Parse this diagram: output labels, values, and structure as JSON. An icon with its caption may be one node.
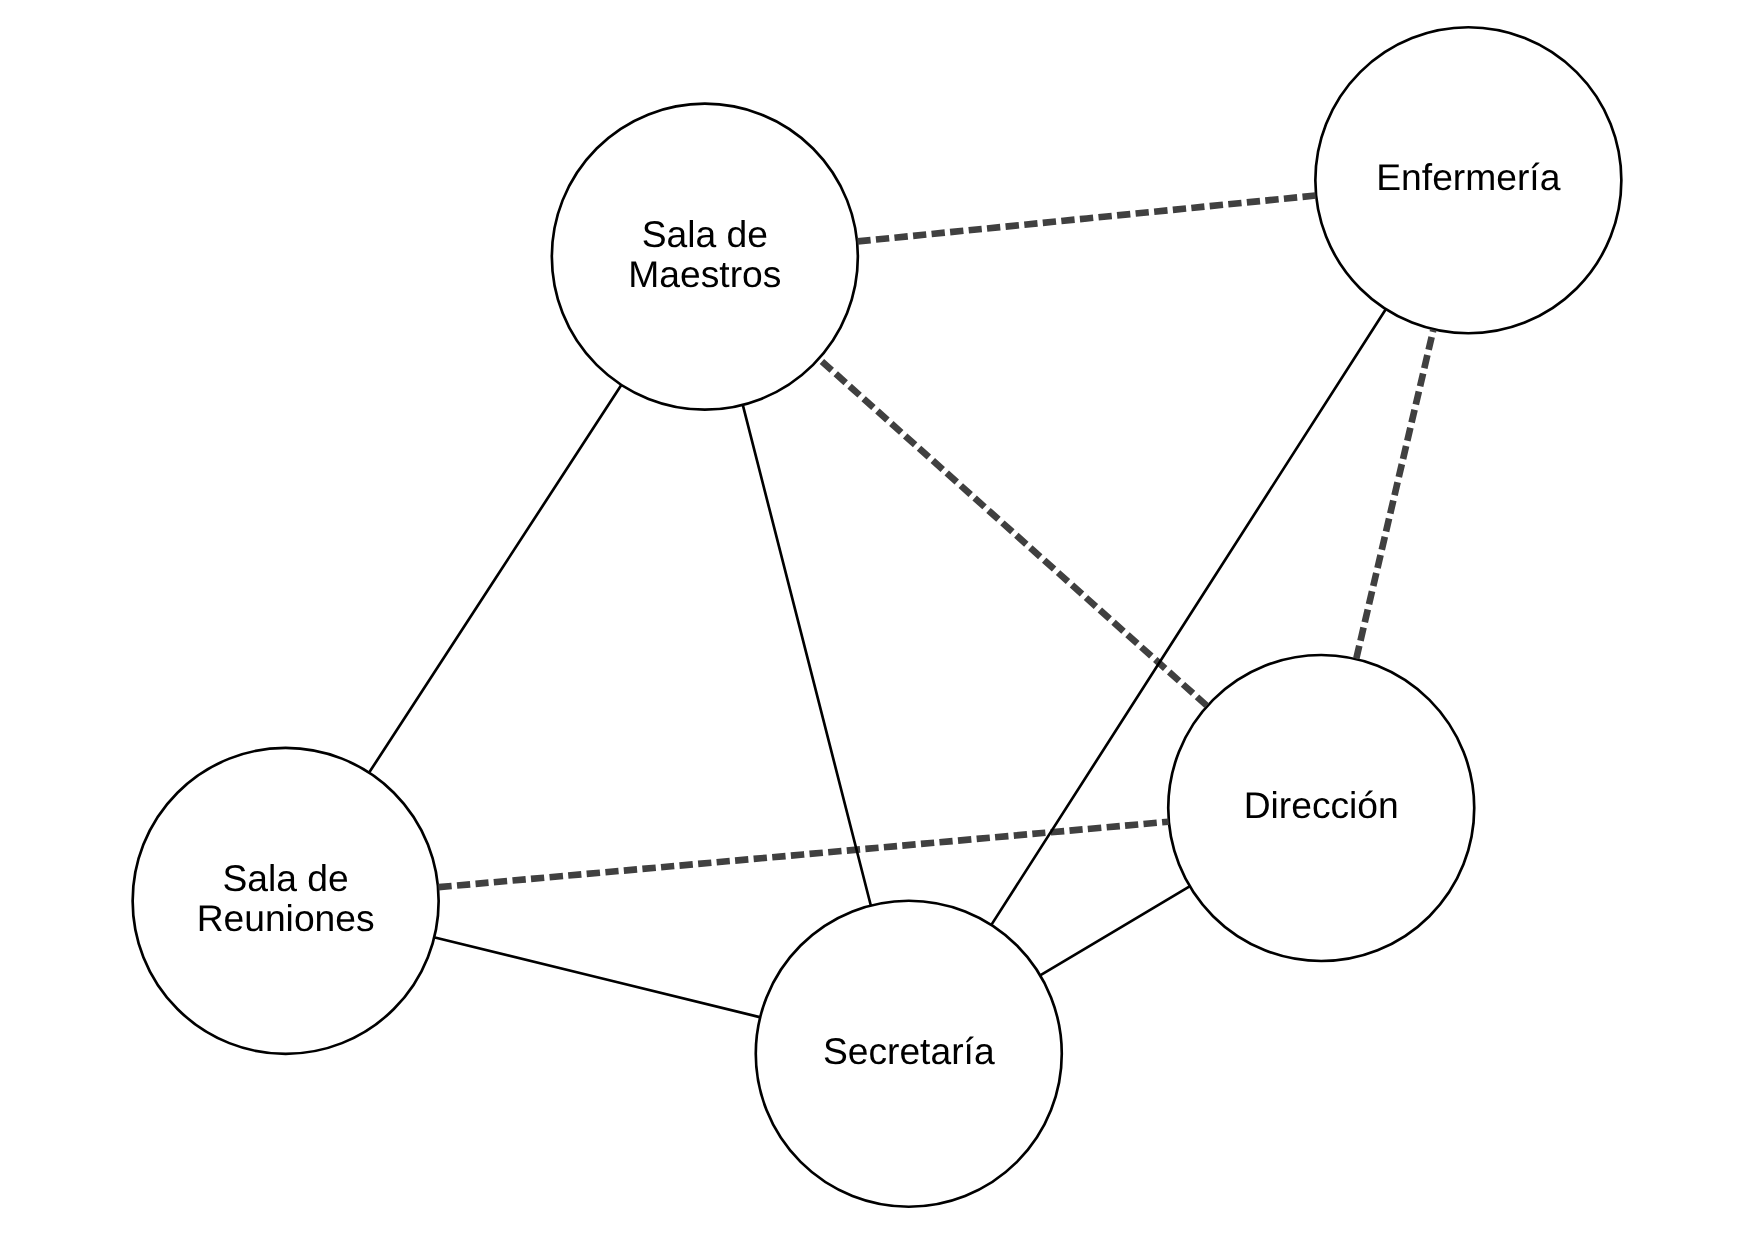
{
  "diagram": {
    "nodes": [
      {
        "text": [
          "Sala de Reuniones"
        ]
      },
      {
        "text": [
          "Dirección"
        ]
      },
      {
        "text": [
          "Secretaría"
        ]
      },
      {
        "text": [
          "Sala de Maestros"
        ]
      },
      {
        "text": [
          "Enfermería"
        ]
      }
    ],
    "edges": [
      {
        "from": 0,
        "to": 1,
        "arrow": "none",
        "style": "dashed"
      },
      {
        "from": 1,
        "to": 3,
        "arrow": "none",
        "style": "dashed"
      },
      {
        "from": 0,
        "to": 3,
        "arrow": "none"
      },
      {
        "from": 0,
        "to": 2,
        "arrow": "none"
      },
      {
        "from": 1,
        "to": 2,
        "arrow": "none"
      },
      {
        "from": 1,
        "to": 4,
        "arrow": "none",
        "style": "dashed"
      },
      {
        "from": 3,
        "to": 2,
        "arrow": "none"
      },
      {
        "from": 2,
        "to": 4,
        "arrow": "none"
      },
      {
        "from": 3,
        "to": 4,
        "arrow": "none",
        "style": "dashed"
      }
    ]
  }
}
